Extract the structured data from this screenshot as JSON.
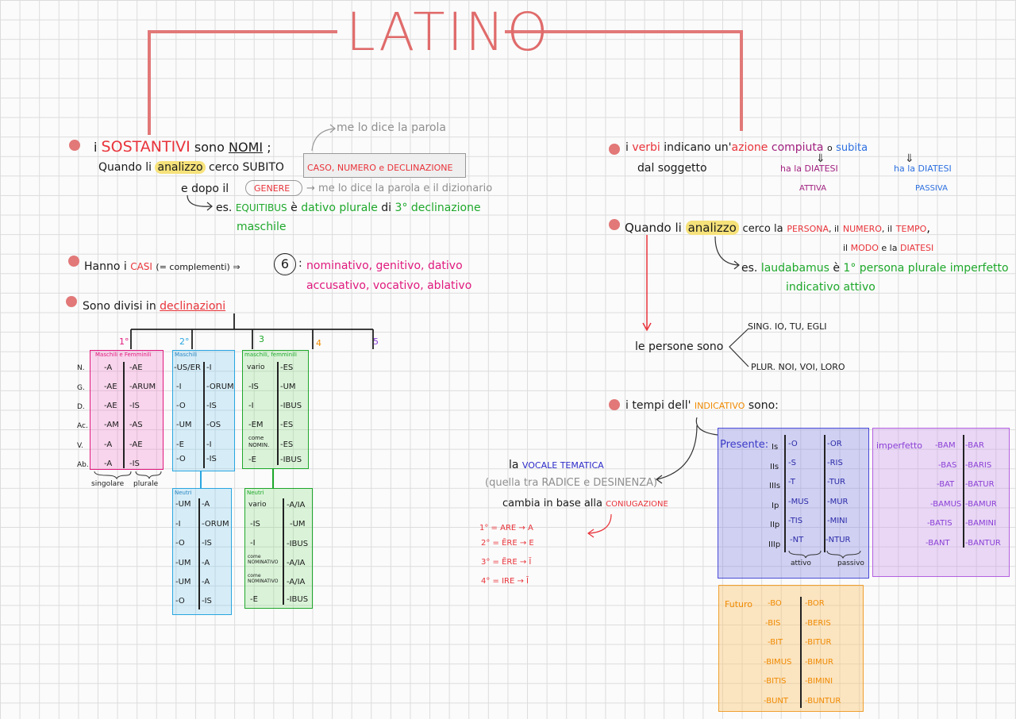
{
  "title": "LATINO",
  "left": {
    "s1": {
      "pre": "i",
      "sostantivi": "SOSTANTIVI",
      "mid": "sono",
      "nomi": "NOMI",
      "semi": ";",
      "quando": "Quando li",
      "analizzo": "analizzo",
      "cerco": "cerco SUBITO",
      "caso": "CASO, NUMERO e DECLINAZIONE",
      "note1": "me lo dice la parola",
      "e_dopo": "e dopo il",
      "genere": "GENERE",
      "note2": "me lo dice la parola e il dizionario",
      "es": "es.",
      "equitibus": "EQUITIBUS",
      "e_is": "è",
      "dativo": "dativo plurale",
      "di": "di",
      "decl": "3° declinazione",
      "maschile": "maschile"
    },
    "s2": {
      "hanno": "Hanno i",
      "casi": "CASI",
      "comp": "(= complementi) ⇒",
      "six": "6",
      "colon": ":",
      "line1": "nominativo, genitivo, dativo",
      "line2": "accusativo, vocativo, ablativo"
    },
    "s3": {
      "sono": "Sono divisi in",
      "declinazioni": "declinazioni"
    },
    "decl_nums": [
      "1°",
      "2°",
      "3",
      "4",
      "5"
    ],
    "case_labels": [
      "N.",
      "G.",
      "D.",
      "Ac.",
      "V.",
      "Ab."
    ],
    "d1": {
      "header": "Maschili e Femminili",
      "sing": [
        "-A",
        "-AE",
        "-AE",
        "-AM",
        "-A",
        "-A"
      ],
      "plur": [
        "-AE",
        "-ARUM",
        "-IS",
        "-AS",
        "-AE",
        "-IS"
      ],
      "sing_label": "singolare",
      "plur_label": "plurale"
    },
    "d2": {
      "header": "Maschili",
      "sing": [
        "-US/ER",
        "-I",
        "-O",
        "-UM",
        "-E",
        "-O"
      ],
      "plur": [
        "-I",
        "-ORUM",
        "-IS",
        "-OS",
        "-I",
        "-IS"
      ],
      "n_header": "Neutri",
      "n_sing": [
        "-UM",
        "-I",
        "-O",
        "-UM",
        "-UM",
        "-O"
      ],
      "n_plur": [
        "-A",
        "-ORUM",
        "-IS",
        "-A",
        "-A",
        "-IS"
      ]
    },
    "d3": {
      "header": "maschili, femminili",
      "sing": [
        "vario",
        "-IS",
        "-I",
        "-EM",
        "come NOMIN.",
        "-E"
      ],
      "plur": [
        "-ES",
        "-UM",
        "-IBUS",
        "-ES",
        "-ES",
        "-IBUS"
      ],
      "n_header": "Neutri",
      "n_sing": [
        "vario",
        "-IS",
        "-I",
        "come NOMINATIVO",
        "come NOMINATIVO",
        "-E"
      ],
      "n_plur": [
        "-A/IA",
        "-UM",
        "-IBUS",
        "-A/IA",
        "-A/IA",
        "-IBUS"
      ]
    }
  },
  "right": {
    "r1": {
      "pre": "i",
      "verbi": "verbi",
      "indicano": "indicano un'",
      "azione": "azione",
      "compiuta": "compiuta",
      "o": "o",
      "subita": "subita",
      "dal": "dal soggetto",
      "ha_attiva": "ha la DIATESI",
      "attiva": "ATTIVA",
      "ha_passiva": "ha la DIATESI",
      "passiva": "PASSIVA"
    },
    "r2": {
      "quando": "Quando li",
      "analizzo": "analizzo",
      "cerco": "cerco la",
      "persona": "PERSONA",
      "il1": ", il",
      "numero": "NUMERO",
      "il2": ", il",
      "tempo": "TEMPO",
      "comma": ",",
      "il3": "il",
      "modo": "MODO",
      "e_la": "e la",
      "diatesi": "DIATESI",
      "es": "es.",
      "laudabamus": "laudabamus",
      "e_is": "è",
      "desc1": "1° persona plurale imperfetto",
      "desc2": "indicativo attivo"
    },
    "persone": {
      "label": "le persone sono",
      "sing": "SING. IO, TU, EGLI",
      "plur": "PLUR. NOI, VOI, LORO"
    },
    "tempi": {
      "pre": "i tempi dell'",
      "indicativo": "INDICATIVO",
      "post": "sono:"
    },
    "vocale": {
      "la": "la",
      "vt": "VOCALE TEMATICA",
      "quella": "(quella tra RADICE e DESINENZA)",
      "cambia": "cambia in base alla",
      "coniugazione": "CONIUGAZIONE",
      "rules": [
        "1° = ARE → A",
        "2° = ĒRE → E",
        "3° = ĔRE → Ĭ",
        "4° = IRE → Ī"
      ]
    },
    "presente": {
      "label": "Presente:",
      "persons": [
        "Is",
        "IIs",
        "IIIs",
        "Ip",
        "IIp",
        "IIIp"
      ],
      "attivo": [
        "-O",
        "-S",
        "-T",
        "-MUS",
        "-TIS",
        "-NT"
      ],
      "passivo": [
        "-OR",
        "-RIS",
        "-TUR",
        "-MUR",
        "-MINI",
        "-NTUR"
      ],
      "attivo_label": "attivo",
      "passivo_label": "passivo"
    },
    "imperfetto": {
      "label": "imperfetto",
      "attivo": [
        "-BAM",
        "-BAS",
        "-BAT",
        "-BAMUS",
        "-BATIS",
        "-BANT"
      ],
      "passivo": [
        "-BAR",
        "-BARIS",
        "-BATUR",
        "-BAMUR",
        "-BAMINI",
        "-BANTUR"
      ]
    },
    "futuro": {
      "label": "Futuro",
      "attivo": [
        "-BO",
        "-BIS",
        "-BIT",
        "-BIMUS",
        "-BITIS",
        "-BUNT"
      ],
      "passivo": [
        "-BOR",
        "-BERIS",
        "-BITUR",
        "-BIMUR",
        "-BIMINI",
        "-BUNTUR"
      ]
    }
  }
}
